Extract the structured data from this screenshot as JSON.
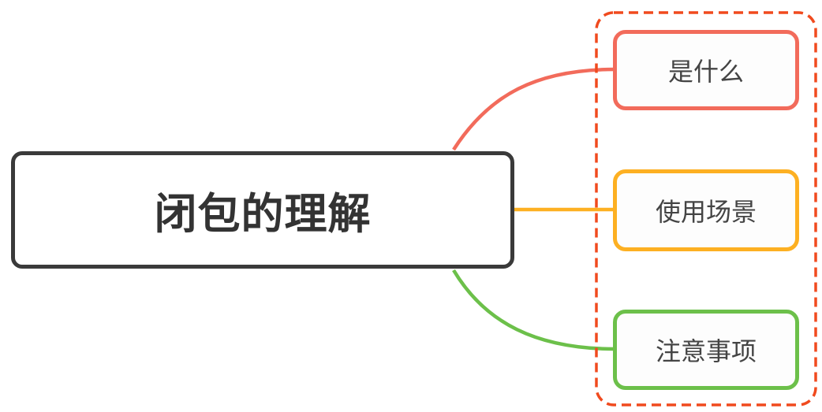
{
  "diagram": {
    "type": "mind-map",
    "root": {
      "label": "闭包的理解",
      "border_color": "#3a3a3a"
    },
    "children": [
      {
        "label": "是什么",
        "color": "#f26b5b"
      },
      {
        "label": "使用场景",
        "color": "#fdb022"
      },
      {
        "label": "注意事项",
        "color": "#6cc04a"
      }
    ],
    "group_boundary": {
      "style": "dashed",
      "color": "#f04a1e"
    }
  }
}
